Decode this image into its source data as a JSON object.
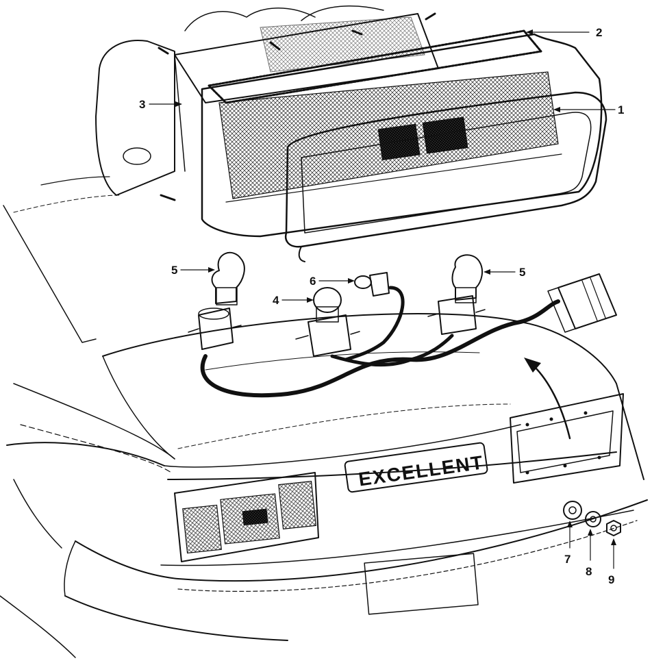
{
  "callouts": [
    {
      "id": "1",
      "label": "1"
    },
    {
      "id": "2",
      "label": "2"
    },
    {
      "id": "3",
      "label": "3"
    },
    {
      "id": "4",
      "label": "4"
    },
    {
      "id": "5a",
      "label": "5"
    },
    {
      "id": "5b",
      "label": "5"
    },
    {
      "id": "6",
      "label": "6"
    },
    {
      "id": "7",
      "label": "7"
    },
    {
      "id": "8",
      "label": "8"
    },
    {
      "id": "9",
      "label": "9"
    }
  ],
  "trunk_badge": "EXCELLENT"
}
